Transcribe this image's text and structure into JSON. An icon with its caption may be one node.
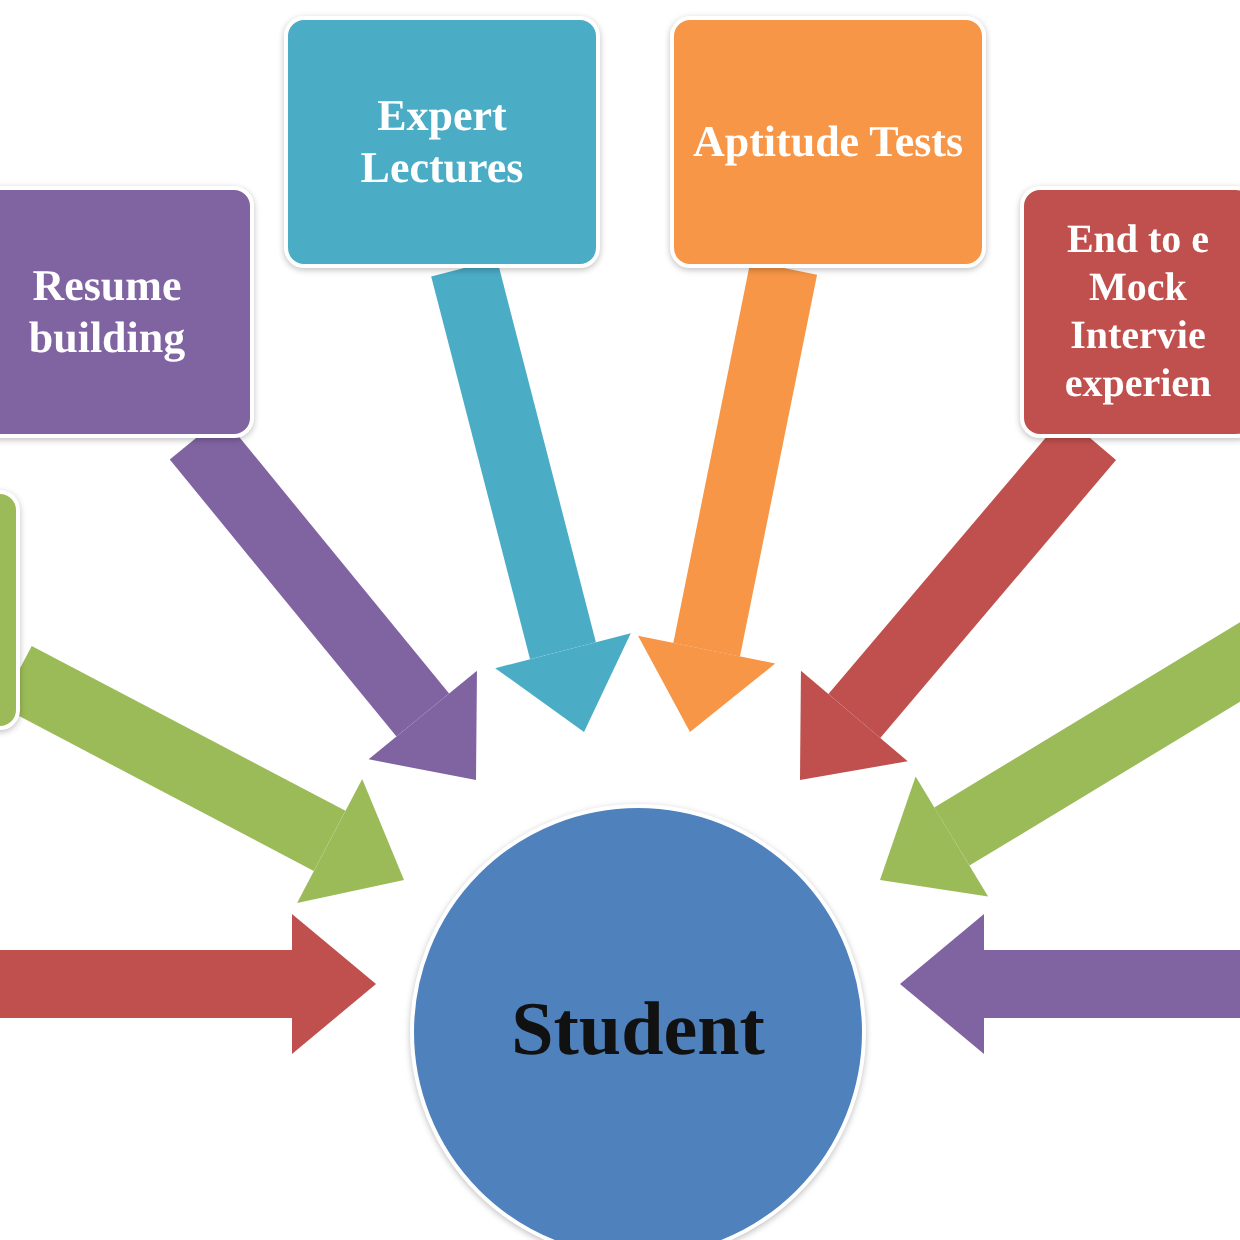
{
  "diagram": {
    "nodes": [
      {
        "text": [],
        "shape": "box"
      },
      {
        "text": [
          "Resume building"
        ]
      },
      {
        "text": [
          "Expert Lectures"
        ]
      },
      {
        "text": [
          "Aptitude Tests"
        ]
      },
      {
        "text": [
          "End to e Mock Intervie experien"
        ]
      },
      {
        "text": [
          "Student"
        ]
      }
    ],
    "edges": [
      {
        "from": 0,
        "to": 5,
        "arrow": "to",
        "color": "#9bbb59"
      },
      {
        "from": 1,
        "to": 5,
        "arrow": "to",
        "color": "#8064a2"
      },
      {
        "from": 2,
        "to": 5,
        "arrow": "to",
        "color": "#4bacc6"
      },
      {
        "from": 3,
        "to": 5,
        "arrow": "to",
        "color": "#f79646"
      },
      {
        "from": 4,
        "to": 5,
        "arrow": "to",
        "color": "#c0504d"
      },
      {
        "from": null,
        "to": 5,
        "arrow": "to",
        "color": "#c0504d"
      },
      {
        "from": null,
        "to": 5,
        "arrow": "to",
        "color": "#9bbb59"
      },
      {
        "from": null,
        "to": 5,
        "arrow": "to",
        "color": "#8064a2"
      }
    ]
  }
}
